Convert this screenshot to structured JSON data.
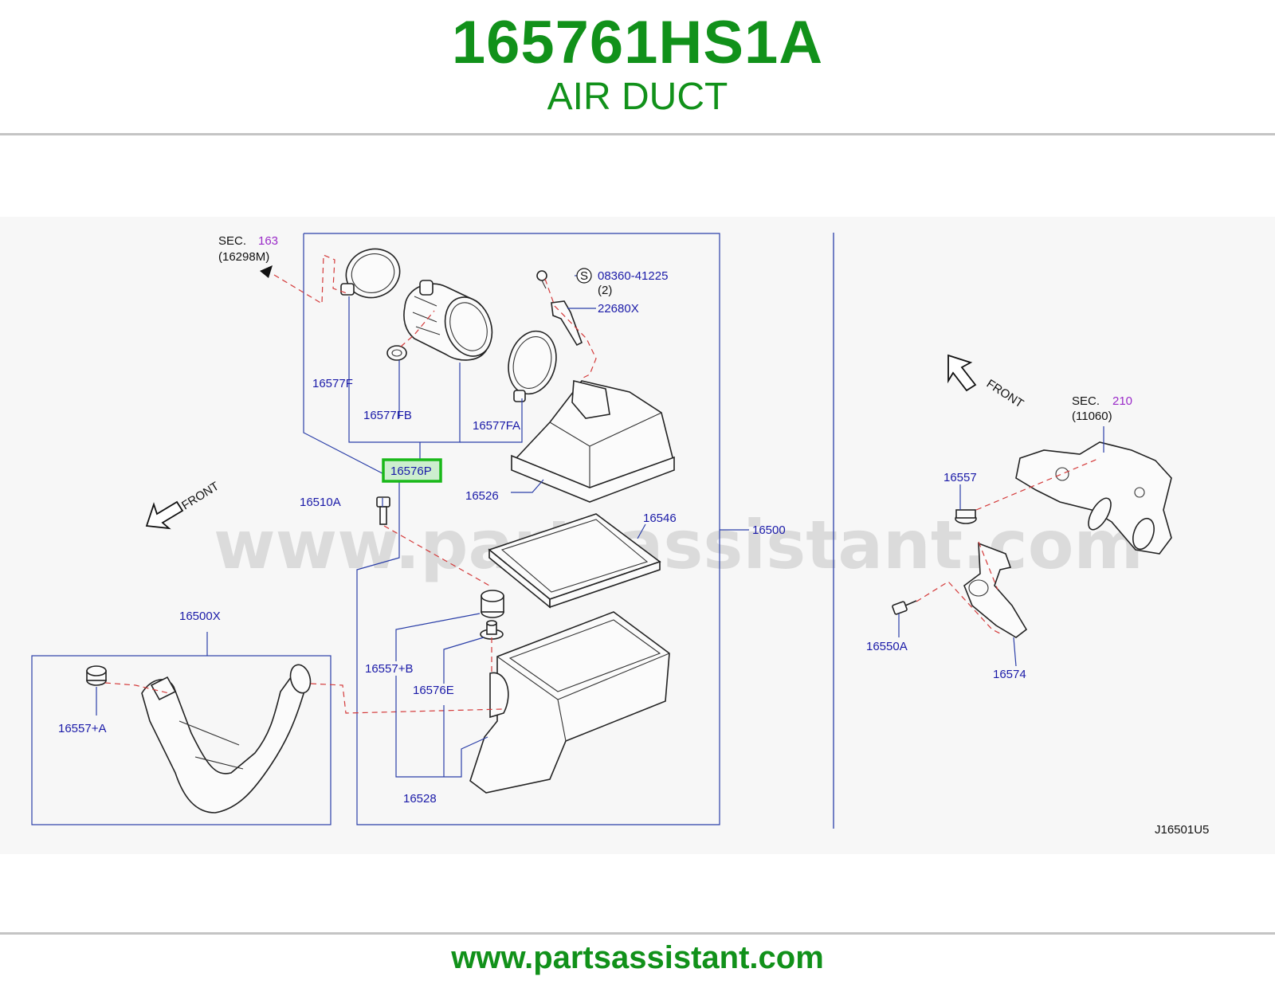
{
  "header": {
    "part_number": "165761HS1A",
    "part_name": "AIR DUCT"
  },
  "watermark": "www.partsassistant.com",
  "footer": {
    "url": "www.partsassistant.com"
  },
  "diagram": {
    "code": "J16501U5",
    "highlighted_part": "16576P",
    "colors": {
      "brand_green": "#11911a",
      "label_blue": "#1a1aa8",
      "section_purple": "#9a2ac8",
      "highlight_box": "#19b819",
      "dashed_line": "#d43a3a"
    },
    "labels": {
      "sec_prefix": "SEC.",
      "sec_163": "163",
      "ref_16298M": "(16298M)",
      "sec_210": "210",
      "ref_11060": "(11060)",
      "screw_symbol": "S",
      "screw_08360": "08360-41225",
      "screw_qty": "(2)",
      "p22680X": "22680X",
      "p16577F": "16577F",
      "p16577FB": "16577FB",
      "p16577FA": "16577FA",
      "p16576P": "16576P",
      "p16526": "16526",
      "p16510A": "16510A",
      "p16546": "16546",
      "p16500": "16500",
      "p16500X": "16500X",
      "p16557A": "16557+A",
      "p16557B": "16557+B",
      "p16576E": "16576E",
      "p16528": "16528",
      "p16557": "16557",
      "p16550A": "16550A",
      "p16574": "16574",
      "front_left": "FRONT",
      "front_right": "FRONT"
    }
  }
}
